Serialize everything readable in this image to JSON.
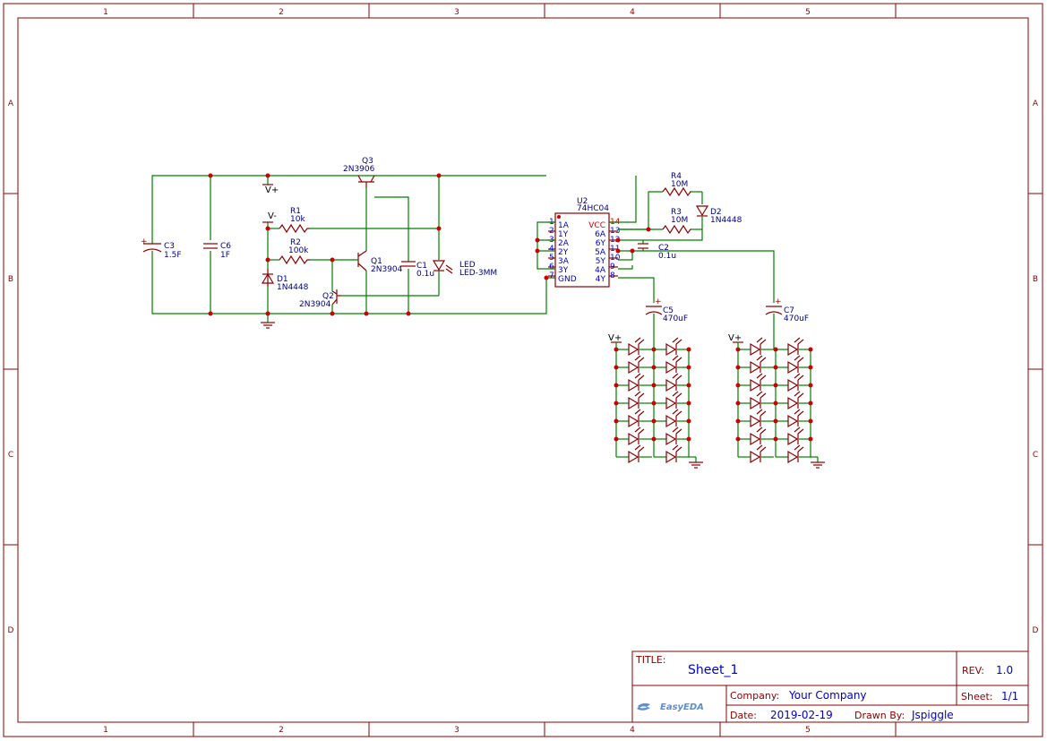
{
  "frame": {
    "columns": [
      "1",
      "2",
      "3",
      "4",
      "5"
    ],
    "rows": [
      "A",
      "B",
      "C",
      "D"
    ]
  },
  "title_block": {
    "title_label": "TITLE:",
    "title": "Sheet_1",
    "rev_label": "REV:",
    "rev": "1.0",
    "company_label": "Company:",
    "company": "Your Company",
    "sheet_label": "Sheet:",
    "sheet": "1/1",
    "date_label": "Date:",
    "date": "2019-02-19",
    "drawn_by_label": "Drawn By:",
    "drawn_by": "Jspiggle",
    "logo_text": "EasyEDA"
  },
  "power": {
    "vplus": "V+",
    "vminus": "V-"
  },
  "components": {
    "Q3": {
      "ref": "Q3",
      "value": "2N3906"
    },
    "Q1": {
      "ref": "Q1",
      "value": "2N3904"
    },
    "Q2": {
      "ref": "Q2",
      "value": "2N3904"
    },
    "R1": {
      "ref": "R1",
      "value": "10k"
    },
    "R2": {
      "ref": "R2",
      "value": "100k"
    },
    "R3": {
      "ref": "R3",
      "value": "10M"
    },
    "R4": {
      "ref": "R4",
      "value": "10M"
    },
    "D1": {
      "ref": "D1",
      "value": "1N4448"
    },
    "D2": {
      "ref": "D2",
      "value": "1N4448"
    },
    "C1": {
      "ref": "C1",
      "value": "0.1u"
    },
    "C2": {
      "ref": "C2",
      "value": "0.1u"
    },
    "C3": {
      "ref": "C3",
      "value": "1.5F"
    },
    "C5": {
      "ref": "C5",
      "value": "470uF"
    },
    "C6": {
      "ref": "C6",
      "value": "1F"
    },
    "C7": {
      "ref": "C7",
      "value": "470uF"
    },
    "LED": {
      "ref": "LED",
      "value": "LED-3MM"
    },
    "U2": {
      "ref": "U2",
      "value": "74HC04"
    }
  },
  "ic_u2": {
    "left_pins": [
      {
        "num": "1",
        "name": "1A"
      },
      {
        "num": "2",
        "name": "1Y"
      },
      {
        "num": "3",
        "name": "2A"
      },
      {
        "num": "4",
        "name": "2Y"
      },
      {
        "num": "5",
        "name": "3A"
      },
      {
        "num": "6",
        "name": "3Y"
      },
      {
        "num": "7",
        "name": "GND"
      }
    ],
    "right_pins": [
      {
        "num": "14",
        "name": "VCC"
      },
      {
        "num": "13",
        "name": "6A"
      },
      {
        "num": "12",
        "name": "6Y"
      },
      {
        "num": "11",
        "name": "5A"
      },
      {
        "num": "10",
        "name": "5Y"
      },
      {
        "num": "9",
        "name": "4A"
      },
      {
        "num": "8",
        "name": "4Y"
      }
    ]
  },
  "colors": {
    "wire": "#008000",
    "part": "#8b0000",
    "junction": "#cc0000",
    "label": "#000080",
    "pin_text": "#0000cc"
  }
}
